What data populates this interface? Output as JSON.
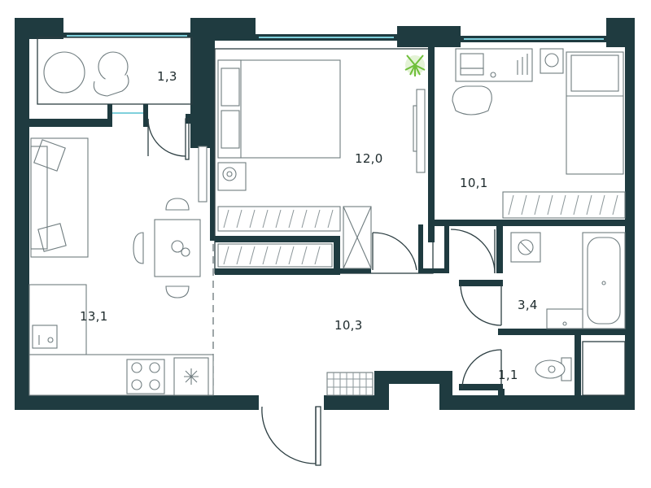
{
  "rooms": [
    {
      "id": "balcony",
      "area": "1,3"
    },
    {
      "id": "bedroom-1",
      "area": "12,0"
    },
    {
      "id": "bedroom-2",
      "area": "10,1"
    },
    {
      "id": "kitchen-living",
      "area": "13,1"
    },
    {
      "id": "hallway",
      "area": "10,3"
    },
    {
      "id": "bathroom",
      "area": "3,4"
    },
    {
      "id": "toilet",
      "area": "1,1"
    }
  ],
  "colors": {
    "wall": "#1f3b40",
    "furniture_stroke": "#6f7c7f",
    "window_glass": "#7fd0dc",
    "plant": "#6fbf3a"
  }
}
